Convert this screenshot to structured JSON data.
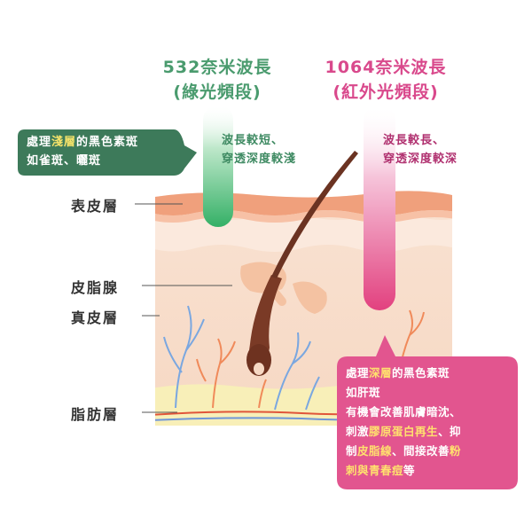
{
  "green_beam": {
    "title_line1": "532奈米波長",
    "title_line2": "(綠光頻段)",
    "desc_line1": "波長較短、",
    "desc_line2": "穿透深度較淺"
  },
  "pink_beam": {
    "title_line1": "1064奈米波長",
    "title_line2": "(紅外光頻段)",
    "desc_line1": "波長較長、",
    "desc_line2": "穿透深度較深"
  },
  "green_bubble": {
    "pre": "處理",
    "highlight": "淺層",
    "post": "的黑色素斑",
    "line2": "如雀斑、曬斑"
  },
  "pink_bubble": {
    "l1_pre": "處理",
    "l1_highlight": "深層",
    "l1_post": "的黑色素斑",
    "line2": "如肝斑",
    "line3": "有機會改善肌膚暗沈、",
    "l4_pre": "刺激",
    "l4_highlight": "膠原蛋白再生",
    "l4_post": "、抑",
    "l5_pre": "制",
    "l5_highlight1": "皮脂線",
    "l5_mid": "、間接改善",
    "l5_highlight2": "粉",
    "l6_highlight": "刺與青春痘",
    "l6_post": "等"
  },
  "layers": {
    "epidermis": "表皮層",
    "sebaceous": "皮脂腺",
    "dermis": "真皮層",
    "fat": "脂肪層"
  },
  "colors": {
    "green_beam": "#3fb56a",
    "pink_beam": "#e64a8a",
    "green_bubble": "#3a7a5a",
    "pink_bubble": "#e0528f",
    "skin_surface": "#f0a080",
    "dermis": "#f7d9c4",
    "fat": "#f8efb8"
  }
}
